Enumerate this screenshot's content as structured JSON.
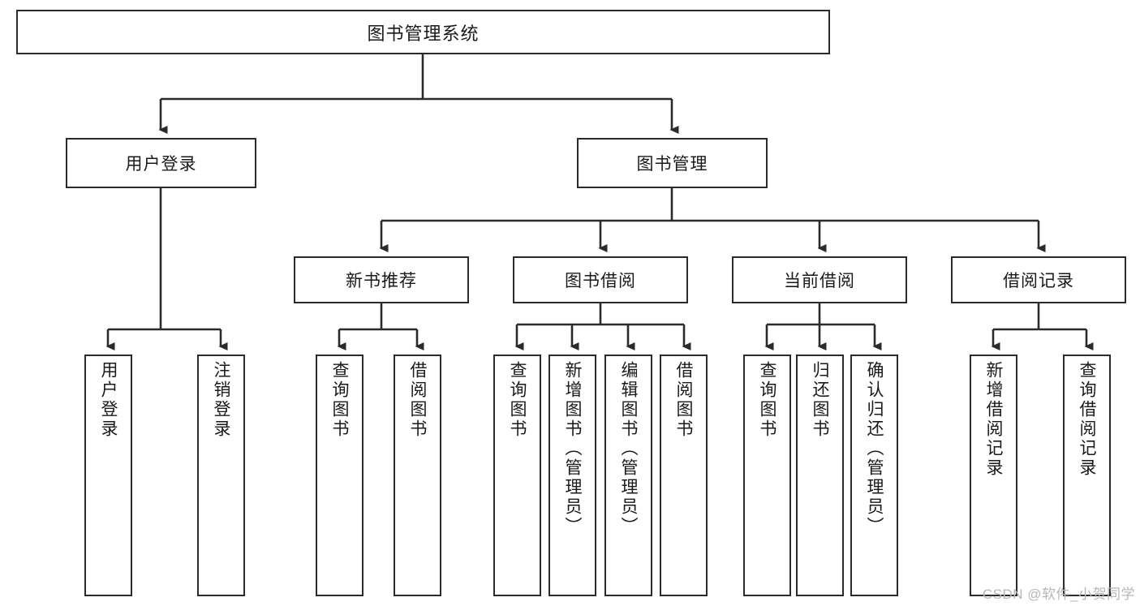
{
  "diagram": {
    "title": "图书管理系统",
    "type": "tree",
    "watermark": "CSDN @软件_小贺同学",
    "colors": {
      "stroke": "#2b2b2b",
      "fill": "#ffffff",
      "text": "#1a1a1a",
      "watermark": "#b7b7b7"
    },
    "nodes": {
      "root": {
        "label": "图书管理系统"
      },
      "level2": [
        {
          "id": "user-login",
          "label": "用户登录"
        },
        {
          "id": "book-manage",
          "label": "图书管理"
        }
      ],
      "level3": [
        {
          "id": "new-book-recommend",
          "label": "新书推荐"
        },
        {
          "id": "book-borrow",
          "label": "图书借阅"
        },
        {
          "id": "current-borrow",
          "label": "当前借阅"
        },
        {
          "id": "borrow-record",
          "label": "借阅记录"
        }
      ],
      "leaves_user_login": [
        {
          "id": "leaf-user-login",
          "label": "用户登录"
        },
        {
          "id": "leaf-logout",
          "label": "注销登录"
        }
      ],
      "leaves_new_book_recommend": [
        {
          "id": "leaf-query-book-1",
          "label": "查询图书"
        },
        {
          "id": "leaf-borrow-book-1",
          "label": "借阅图书"
        }
      ],
      "leaves_book_borrow": [
        {
          "id": "leaf-query-book-2",
          "label": "查询图书"
        },
        {
          "id": "leaf-add-book",
          "label": "新增图书（管理员）"
        },
        {
          "id": "leaf-edit-book",
          "label": "编辑图书（管理员）"
        },
        {
          "id": "leaf-borrow-book-2",
          "label": "借阅图书"
        }
      ],
      "leaves_current_borrow": [
        {
          "id": "leaf-query-book-3",
          "label": "查询图书"
        },
        {
          "id": "leaf-return-book",
          "label": "归还图书"
        },
        {
          "id": "leaf-confirm-return",
          "label": "确认归还（管理员）"
        }
      ],
      "leaves_borrow_record": [
        {
          "id": "leaf-add-record",
          "label": "新增借阅记录"
        },
        {
          "id": "leaf-query-record",
          "label": "查询借阅记录"
        }
      ]
    }
  }
}
